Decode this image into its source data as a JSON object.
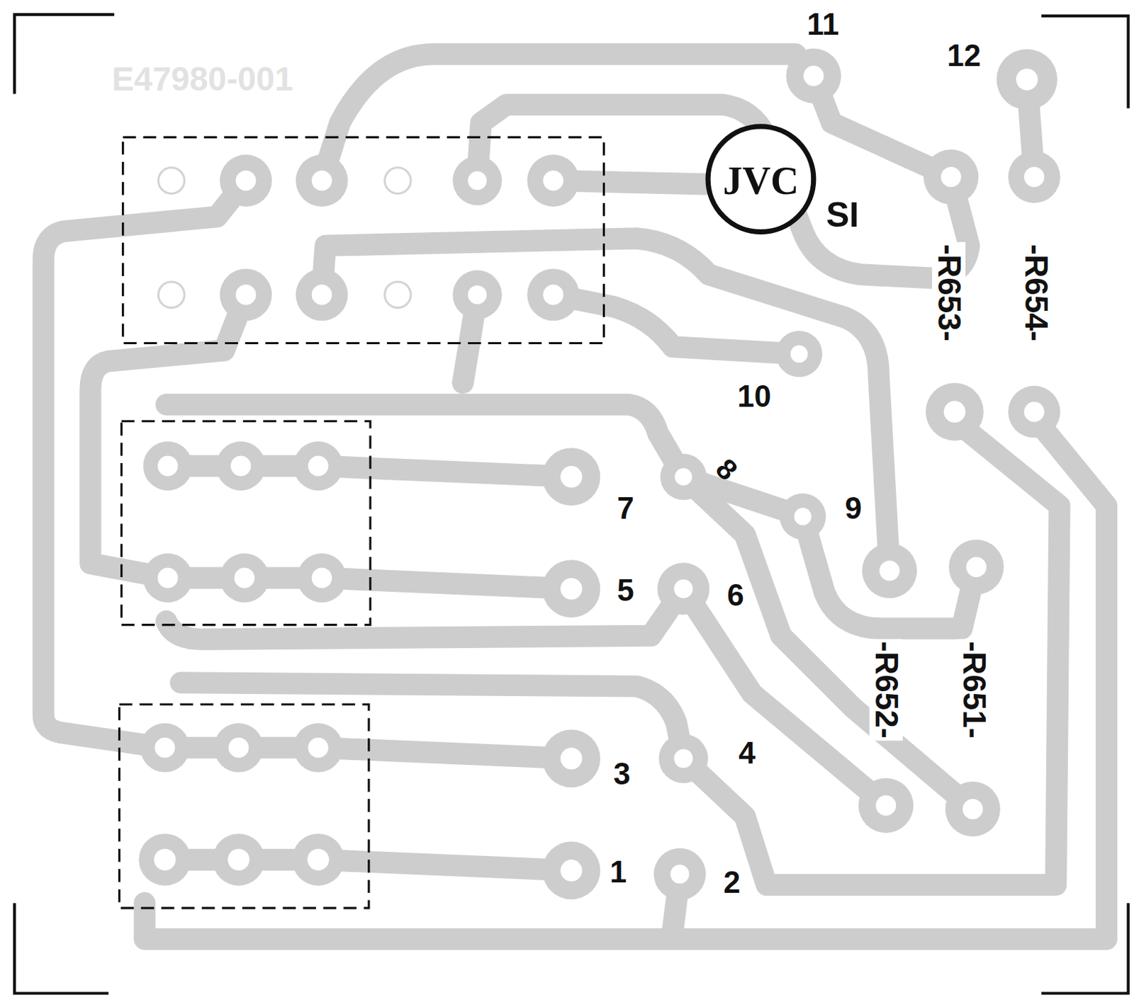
{
  "diagram": {
    "labels": [
      "E47980-001",
      "11",
      "12",
      "JVC",
      "SI",
      "-R653-",
      "-R654-",
      "10",
      "8",
      "9",
      "7",
      "5",
      "6",
      "-R652-",
      "-R651-",
      "3",
      "4",
      "1",
      "2"
    ]
  }
}
